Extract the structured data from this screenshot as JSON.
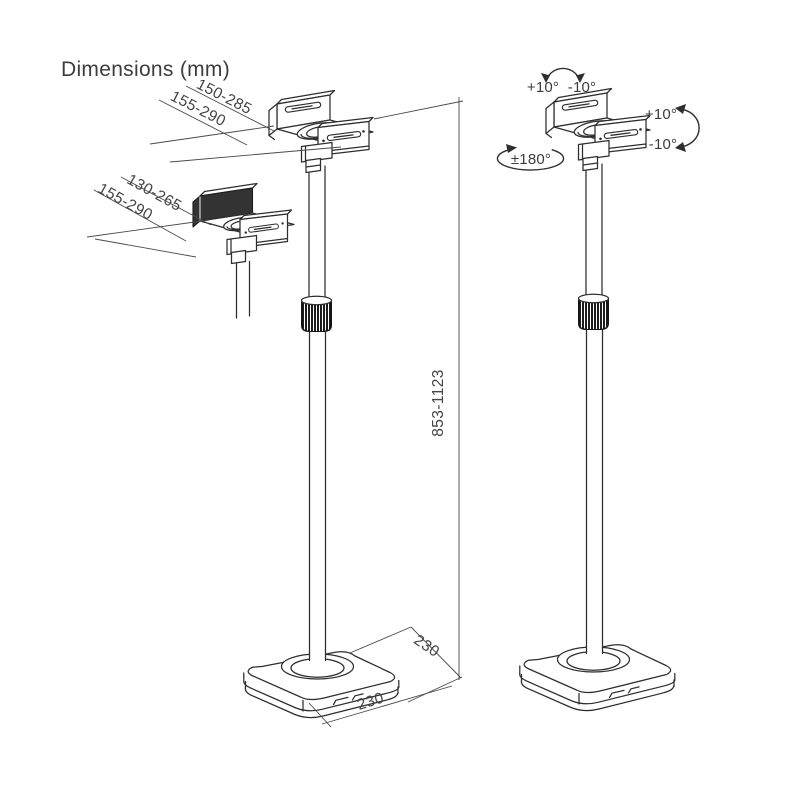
{
  "title": "Dimensions (mm)",
  "colors": {
    "line": "#2e2e2e",
    "dimension_line": "#4a4a4a",
    "text": "#414141",
    "dark_fill": "#1a1a1a",
    "background": "#ffffff"
  },
  "left_stand": {
    "upper_bracket_dims": {
      "inner": "150-285",
      "outer": "155-290"
    },
    "detail_bracket_dims": {
      "inner": "130-265",
      "outer": "155-290"
    },
    "height_range": "853-1123",
    "base_depth": "230",
    "base_width": "230"
  },
  "right_stand": {
    "top_swivel_left": "+10°",
    "top_swivel_right": "-10°",
    "side_tilt_up": "+10°",
    "side_tilt_down": "-10°",
    "rotation_range": "±180°"
  }
}
